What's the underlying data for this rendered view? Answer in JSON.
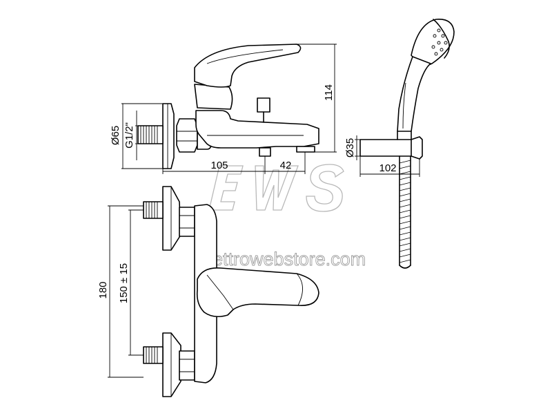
{
  "dimensions": {
    "d65": "Ø65",
    "g12": "G1/2\"",
    "d105": "105",
    "d42": "42",
    "d114": "114",
    "d35": "Ø35",
    "d102": "102",
    "d180": "180",
    "d150": "150 ± 15"
  },
  "watermark": {
    "logo": "EWS",
    "site": "elettrowebstore.com"
  }
}
